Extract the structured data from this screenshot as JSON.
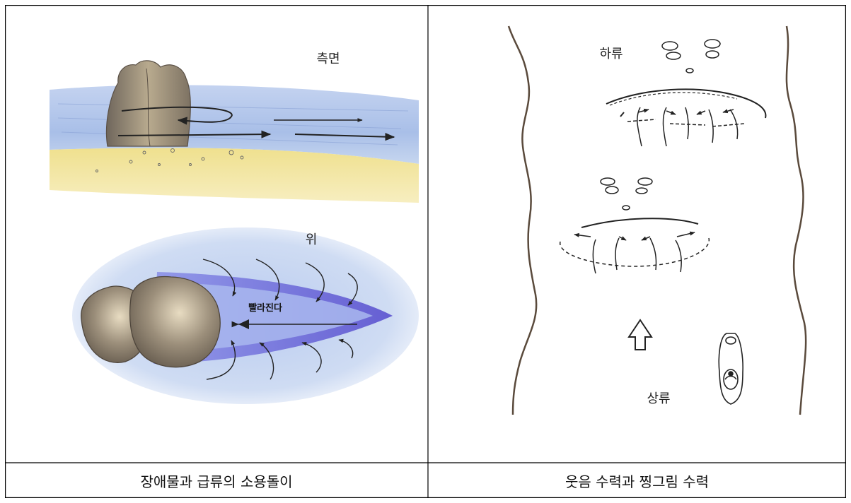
{
  "left_panel": {
    "side_label": "측면",
    "top_label": "위",
    "speed_label": "빨라진다",
    "caption": "장애물과 급류의 소용돌이"
  },
  "right_panel": {
    "downstream_label": "하류",
    "upstream_label": "상류",
    "caption": "웃음 수력과 찡그림 수력"
  },
  "colors": {
    "water_blue": "#9fb8e6",
    "sand_yellow": "#f2e49a",
    "rock_brown": "#8d7f6e",
    "eddy_purple": "#6a63d6",
    "bank_brown": "#5a4a3c",
    "border": "#000000"
  },
  "icons": [
    "arrow-up-outline-icon",
    "kayak-icon",
    "rock-icon"
  ]
}
